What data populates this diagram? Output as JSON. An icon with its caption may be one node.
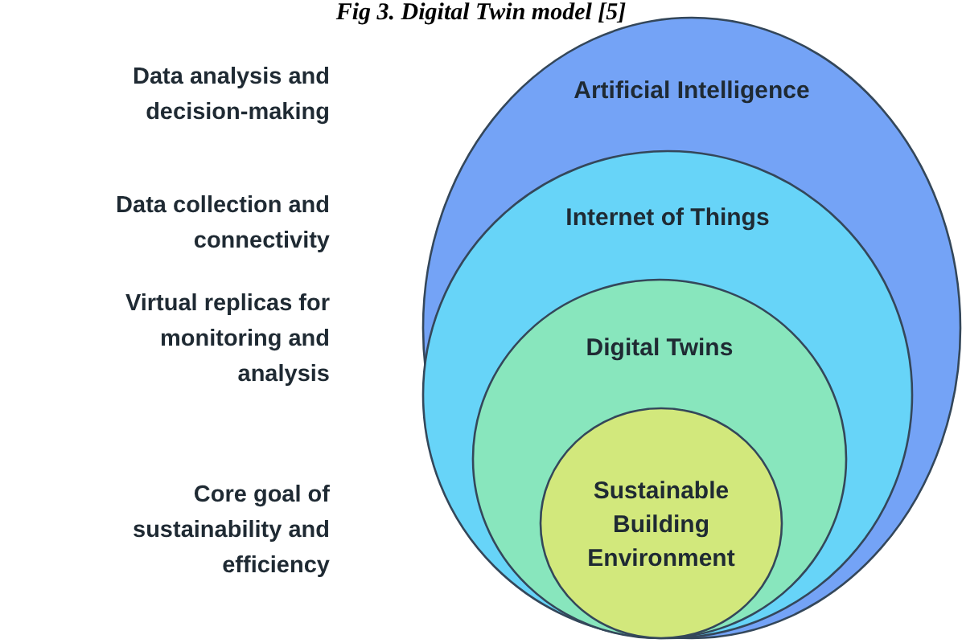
{
  "diagram": {
    "title": "Fig 3. Digital Twin model [5]",
    "nodes": [
      {
        "text": [
          "Artificial Intelligence"
        ]
      },
      {
        "text": [
          "Internet of Things"
        ],
        "in": 0
      },
      {
        "text": [
          "Digital Twins"
        ],
        "in": 1
      },
      {
        "text": [
          "Sustainable Building Environment"
        ],
        "in": 2
      }
    ],
    "labels": [
      "Data analysis and decision-making",
      "Data collection and connectivity",
      "Virtual replicas for monitoring and analysis",
      "Core goal of sustainability and efficiency"
    ]
  }
}
